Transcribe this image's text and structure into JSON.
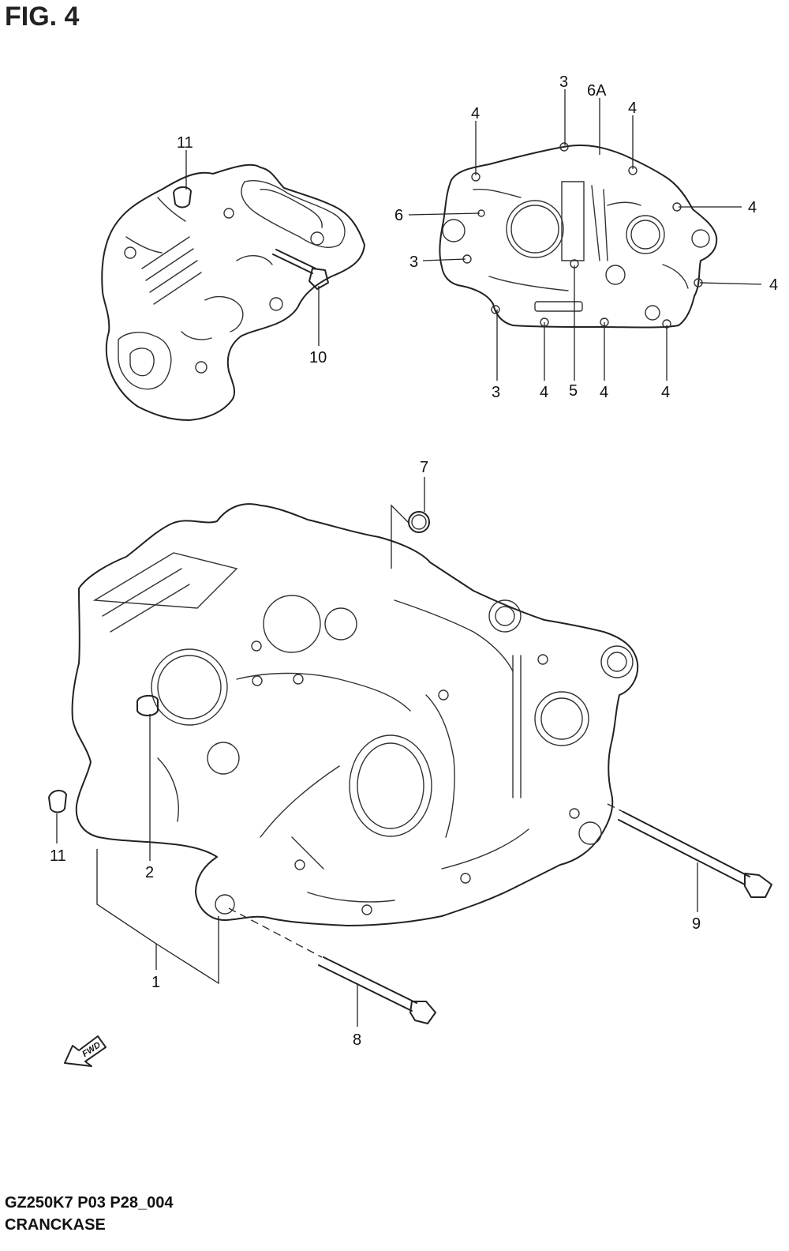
{
  "figure": {
    "title": "FIG. 4",
    "model_code": "GZ250K7 P03 P28_004",
    "name": "CRANCKASE"
  },
  "fwd_label": "FWD",
  "callouts": {
    "c1": "1",
    "c2": "2",
    "c3a": "3",
    "c3b": "3",
    "c3c": "3",
    "c4a": "4",
    "c4b": "4",
    "c4c": "4",
    "c4d": "4",
    "c4e": "4",
    "c4f": "4",
    "c4g": "4",
    "c5": "5",
    "c6": "6",
    "c6a": "6A",
    "c7": "7",
    "c8": "8",
    "c9": "9",
    "c10": "10",
    "c11a": "11",
    "c11b": "11"
  }
}
